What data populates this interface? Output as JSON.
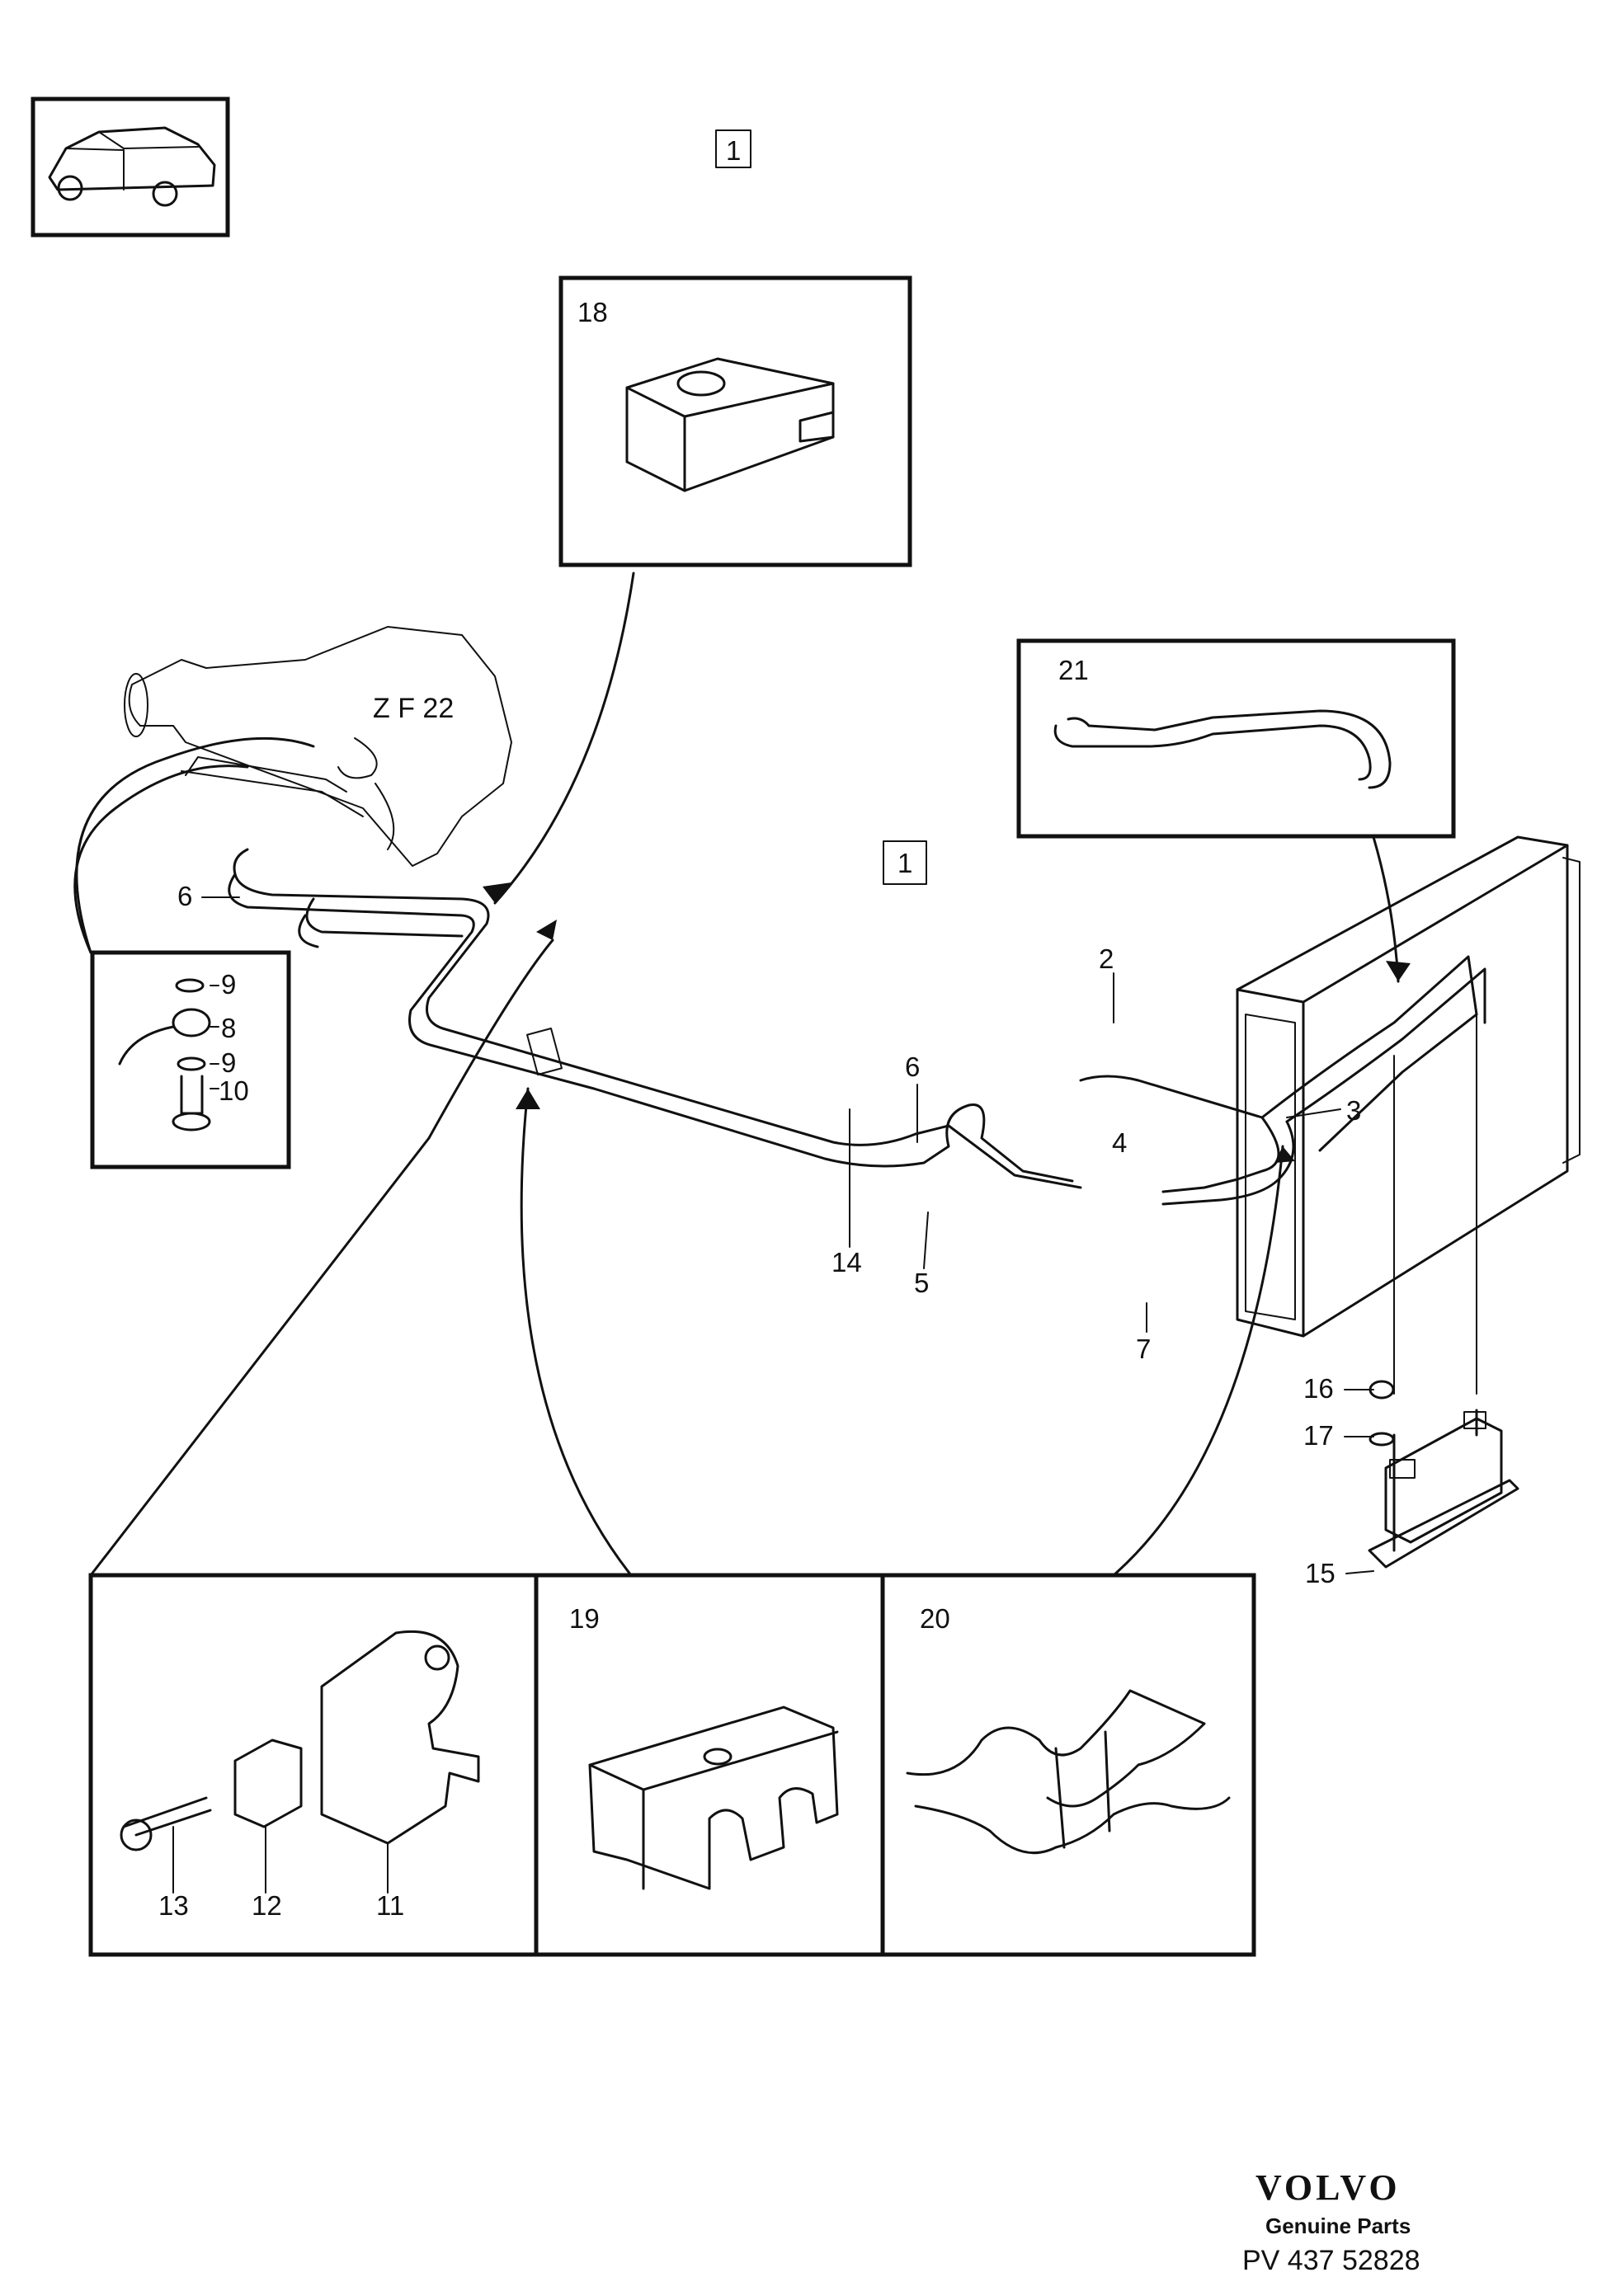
{
  "group_label": "1",
  "zf_label": "Z F 22",
  "callouts": {
    "c2": "2",
    "c3": "3",
    "c4": "4",
    "c5": "5",
    "c6a": "6",
    "c6b": "6",
    "c7": "7",
    "c8": "8",
    "c9a": "9",
    "c9b": "9",
    "c10": "10",
    "c11": "11",
    "c12": "12",
    "c13": "13",
    "c14": "14",
    "c15": "15",
    "c16": "16",
    "c17": "17",
    "c18": "18",
    "c19": "19",
    "c20": "20",
    "c21": "21"
  },
  "brand": {
    "name": "VOLVO",
    "tagline": "Genuine Parts",
    "code": "PV 437 52828"
  }
}
